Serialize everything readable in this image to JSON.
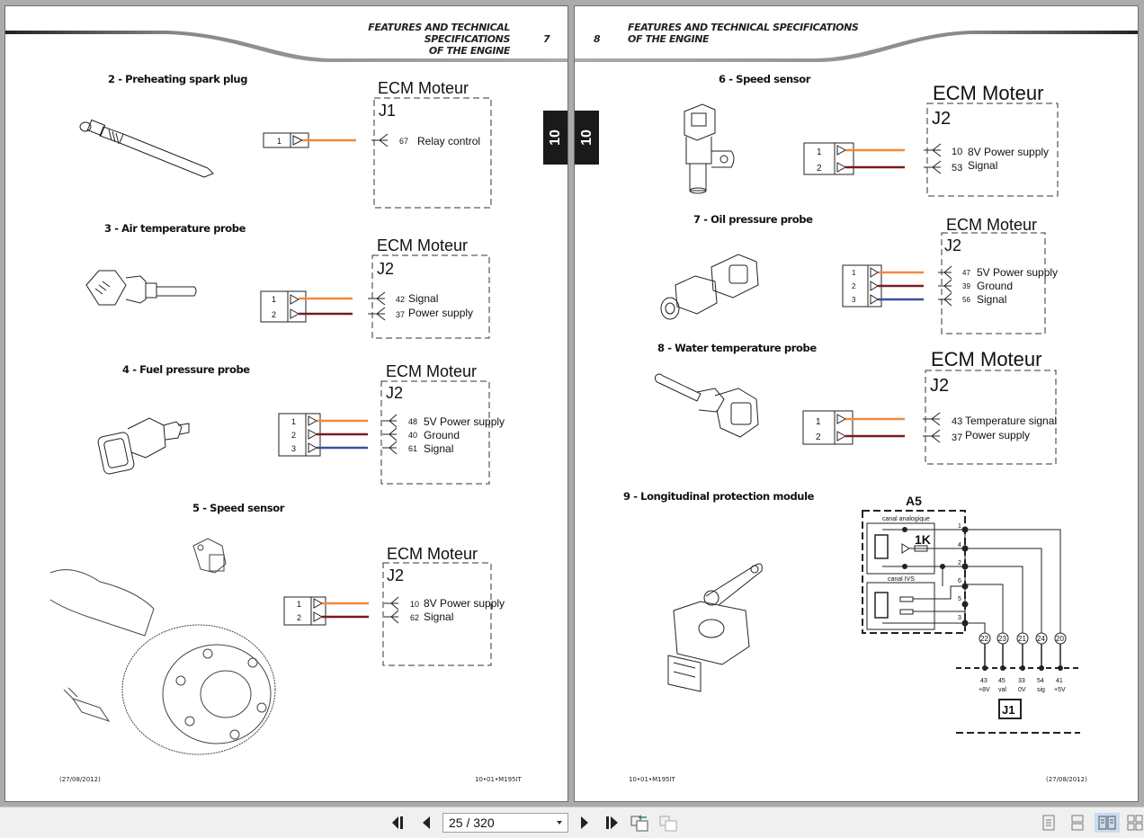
{
  "left_page": {
    "header_line1": "FEATURES AND TECHNICAL SPECIFICATIONS",
    "header_line2": "OF THE ENGINE",
    "page_number": "7",
    "tab_label": "10",
    "footer_date": "(27/08/2012)",
    "footer_ref": "10•01•M195IT",
    "sections": [
      {
        "title": "2 - Preheating spark plug",
        "ecm": "ECM Moteur",
        "connector": "J1",
        "pins": [
          {
            "num": "1",
            "wire": "#f08a3c",
            "ecm_pin": "67",
            "label": "Relay control"
          }
        ]
      },
      {
        "title": "3 - Air temperature probe",
        "ecm": "ECM Moteur",
        "connector": "J2",
        "pins": [
          {
            "num": "1",
            "wire": "#f08a3c",
            "ecm_pin": "42",
            "label": "Signal"
          },
          {
            "num": "2",
            "wire": "#7a1a1a",
            "ecm_pin": "37",
            "label": "Power supply"
          }
        ]
      },
      {
        "title": "4 - Fuel pressure probe",
        "ecm": "ECM Moteur",
        "connector": "J2",
        "pins": [
          {
            "num": "1",
            "wire": "#f08a3c",
            "ecm_pin": "48",
            "label": "5V Power supply"
          },
          {
            "num": "2",
            "wire": "#7a1a2a",
            "ecm_pin": "40",
            "label": "Ground"
          },
          {
            "num": "3",
            "wire": "#3a4fa0",
            "ecm_pin": "61",
            "label": "Signal"
          }
        ]
      },
      {
        "title": "5 - Speed sensor",
        "ecm": "ECM Moteur",
        "connector": "J2",
        "pins": [
          {
            "num": "1",
            "wire": "#f08a3c",
            "ecm_pin": "10",
            "label": "8V Power supply"
          },
          {
            "num": "2",
            "wire": "#7a1a1a",
            "ecm_pin": "62",
            "label": "Signal"
          }
        ]
      }
    ]
  },
  "right_page": {
    "header_line1": "FEATURES AND TECHNICAL SPECIFICATIONS",
    "header_line2": "OF THE ENGINE",
    "page_number": "8",
    "tab_label": "10",
    "footer_date": "(27/08/2012)",
    "footer_ref": "10•01•M195IT",
    "sections": [
      {
        "title": "6 - Speed sensor",
        "ecm": "ECM Moteur",
        "connector": "J2",
        "pins": [
          {
            "num": "1",
            "wire": "#f08a3c",
            "ecm_pin": "10",
            "label": "8V Power supply"
          },
          {
            "num": "2",
            "wire": "#7a1a1a",
            "ecm_pin": "53",
            "label": "Signal"
          }
        ]
      },
      {
        "title": "7 - Oil pressure probe",
        "ecm": "ECM Moteur",
        "connector": "J2",
        "pins": [
          {
            "num": "1",
            "wire": "#f08a3c",
            "ecm_pin": "47",
            "label": "5V Power supply"
          },
          {
            "num": "2",
            "wire": "#7a1a2a",
            "ecm_pin": "39",
            "label": "Ground"
          },
          {
            "num": "3",
            "wire": "#3a4fa0",
            "ecm_pin": "56",
            "label": "Signal"
          }
        ]
      },
      {
        "title": "8 - Water temperature probe",
        "ecm": "ECM Moteur",
        "connector": "J2",
        "pins": [
          {
            "num": "1",
            "wire": "#f08a3c",
            "ecm_pin": "43",
            "label": "Temperature signal"
          },
          {
            "num": "2",
            "wire": "#7a1a1a",
            "ecm_pin": "37",
            "label": "Power supply"
          }
        ]
      },
      {
        "title": "9 - Longitudinal protection module",
        "module": {
          "name": "A5",
          "canal_analog": "canal analogique",
          "canal_ivs": "canal IVS",
          "resistor": "1K",
          "internal_pins": [
            "1",
            "4",
            "2",
            "6",
            "5",
            "3"
          ],
          "wire_ids": [
            "22",
            "23",
            "21",
            "24",
            "20"
          ],
          "j1_pins": [
            "43",
            "45",
            "33",
            "54",
            "41"
          ],
          "j1_labels": [
            "+8V",
            "val",
            "0V",
            "sig",
            "+5V"
          ],
          "connector": "J1"
        }
      }
    ]
  },
  "toolbar": {
    "page_display": "25 / 320",
    "first_page": "first-page",
    "prev_page": "previous-page",
    "next_page": "next-page",
    "last_page": "last-page",
    "view_modes": [
      "single-page",
      "continuous",
      "two-page",
      "two-page-continuous"
    ],
    "active_view": "two-page"
  }
}
